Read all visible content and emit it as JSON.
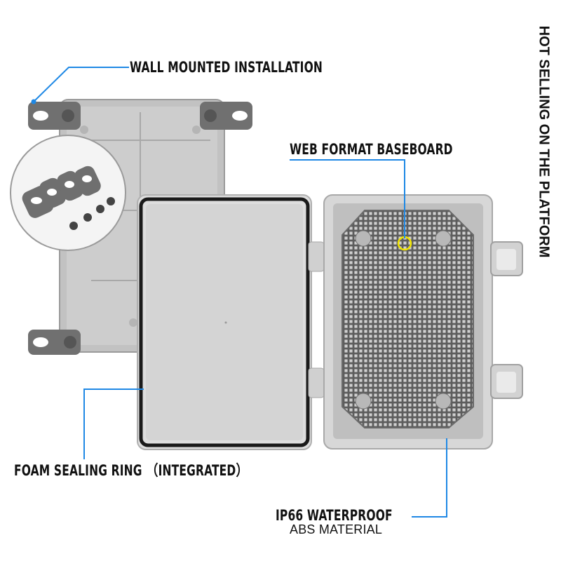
{
  "labels": {
    "wall_mounted": "WALL MOUNTED INSTALLATION",
    "web_format": "WEB FORMAT BASEBOARD",
    "foam_sealing": "FOAM SEALING RING （INTEGRATED）",
    "ip66": "IP66 WATERPROOF",
    "abs": "ABS MATERIAL",
    "side_banner": "HOT SELLING ON THE PLATFORM"
  },
  "colors": {
    "callout_line": "#1e88e5",
    "enclosure_grey": "#c9c9c9",
    "text": "#111111",
    "highlight_ring": "#f2e600"
  }
}
